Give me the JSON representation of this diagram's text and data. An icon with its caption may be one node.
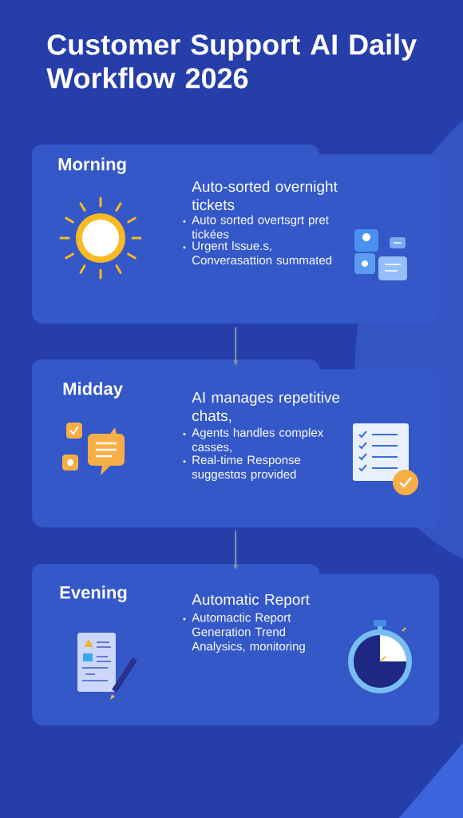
{
  "diagram": {
    "title": "Customer Support AI Daily Workflow 2026",
    "nodes": [
      {
        "text": [
          "Morning",
          "Auto-sorted overnight tickets",
          "Auto sorted overtsgrt pret tickées",
          "Urgent lssue.s, Converasattion summated"
        ]
      },
      {
        "text": [
          "Midday",
          "AI manages repetitive chats,",
          "Agents handles complex casses,",
          "Real-time Response suggestαs provided"
        ]
      },
      {
        "text": [
          "Evening",
          "Automatic Report",
          "Automactic Report Generation Trend Analysics, monitoring"
        ]
      }
    ],
    "edges": [
      {
        "from": 0,
        "to": 1,
        "arrow": "to"
      },
      {
        "from": 1,
        "to": 2,
        "arrow": "to"
      }
    ]
  }
}
